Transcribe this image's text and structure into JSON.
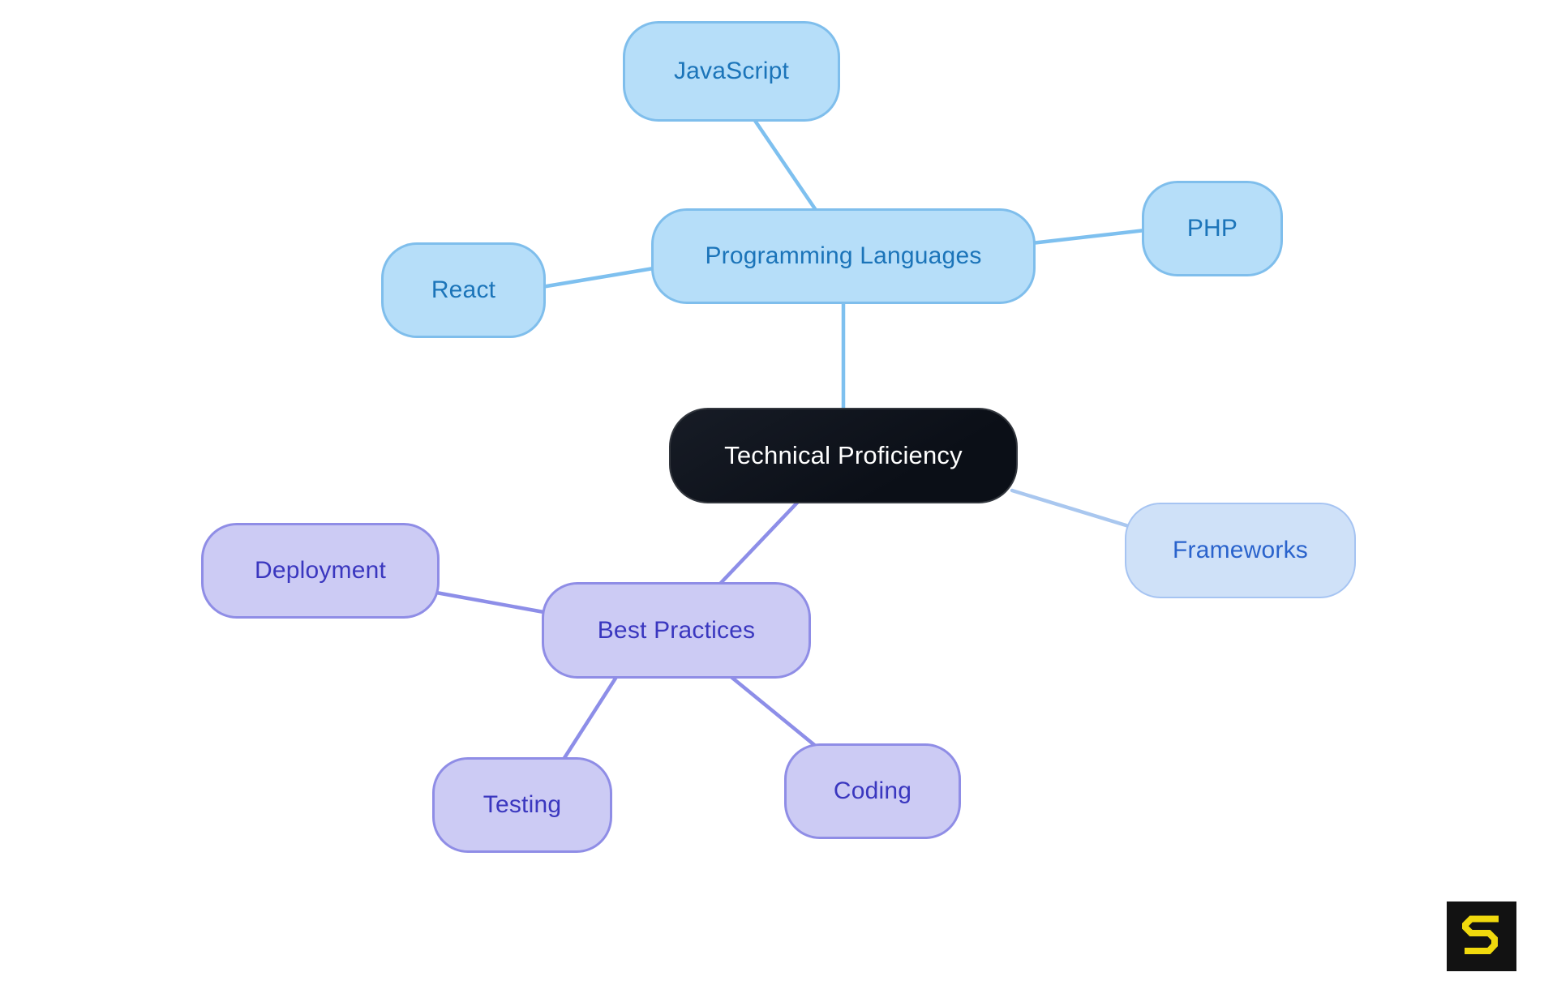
{
  "canvas": {
    "background": "#ffffff"
  },
  "mindmap": {
    "root_label": "Technical Proficiency",
    "nodes": [
      {
        "id": "technical-proficiency",
        "label": "Technical Proficiency",
        "role": "root",
        "parent": null
      },
      {
        "id": "programming-languages",
        "label": "Programming Languages",
        "role": "branch",
        "parent": "technical-proficiency"
      },
      {
        "id": "javascript",
        "label": "JavaScript",
        "role": "leaf",
        "parent": "programming-languages"
      },
      {
        "id": "react",
        "label": "React",
        "role": "leaf",
        "parent": "programming-languages"
      },
      {
        "id": "php",
        "label": "PHP",
        "role": "leaf",
        "parent": "programming-languages"
      },
      {
        "id": "frameworks",
        "label": "Frameworks",
        "role": "leaf",
        "parent": "technical-proficiency"
      },
      {
        "id": "best-practices",
        "label": "Best Practices",
        "role": "branch",
        "parent": "technical-proficiency"
      },
      {
        "id": "deployment",
        "label": "Deployment",
        "role": "leaf",
        "parent": "best-practices"
      },
      {
        "id": "testing",
        "label": "Testing",
        "role": "leaf",
        "parent": "best-practices"
      },
      {
        "id": "coding",
        "label": "Coding",
        "role": "leaf",
        "parent": "best-practices"
      }
    ],
    "edges": [
      {
        "from": "javascript",
        "to": "programming-languages",
        "color_group": "blue"
      },
      {
        "from": "react",
        "to": "programming-languages",
        "color_group": "blue"
      },
      {
        "from": "programming-languages",
        "to": "php",
        "color_group": "blue"
      },
      {
        "from": "programming-languages",
        "to": "technical-proficiency",
        "color_group": "blue"
      },
      {
        "from": "technical-proficiency",
        "to": "frameworks",
        "color_group": "paleblue"
      },
      {
        "from": "technical-proficiency",
        "to": "best-practices",
        "color_group": "purple"
      },
      {
        "from": "best-practices",
        "to": "deployment",
        "color_group": "purple"
      },
      {
        "from": "best-practices",
        "to": "testing",
        "color_group": "purple"
      },
      {
        "from": "best-practices",
        "to": "coding",
        "color_group": "purple"
      }
    ],
    "colors": {
      "blue_fill": "#B6DEF9",
      "blue_border": "#7FBEEC",
      "blue_text": "#1B74B9",
      "blue_edge": "#7EC0EF",
      "paleblue_fill": "#CFE1F8",
      "paleblue_border": "#A6C4F2",
      "paleblue_text": "#2A63CC",
      "paleblue_edge": "#A9C7EF",
      "purple_fill": "#CCCBF4",
      "purple_border": "#8F8DE6",
      "purple_text": "#3A37BF",
      "purple_edge": "#8D8EE8",
      "root_fill": "#0E141D",
      "root_border": "#33373E",
      "root_text": "#FFFFFF"
    }
  },
  "branding": {
    "logo_letter": "S",
    "logo_background": "#121212",
    "logo_letter_color": "#F0D90D"
  }
}
